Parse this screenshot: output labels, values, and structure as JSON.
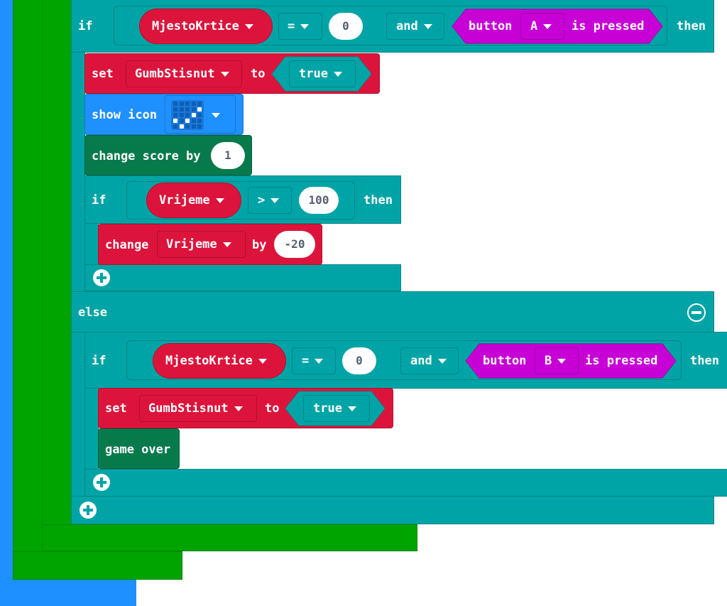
{
  "palette": {
    "basic_blue": "#1e90ff",
    "loops_green": "#00a400",
    "logic_teal": "#00a4a6",
    "variables_red": "#dc143c",
    "input_magenta": "#c700d6",
    "game_green": "#077a4c"
  },
  "if1": {
    "if_label": "if",
    "var_name": "MjestoKrtice",
    "op": "=",
    "value": "0",
    "and_label": "and",
    "button_label": "button",
    "button_choice": "A",
    "pressed_label": "is pressed",
    "then_label": "then"
  },
  "set1": {
    "set_label": "set",
    "var_name": "GumbStisnut",
    "to_label": "to",
    "value": "true"
  },
  "show_icon": {
    "label": "show icon",
    "icon": "small-check-icon"
  },
  "change_score": {
    "label": "change score by",
    "value": "1"
  },
  "if2": {
    "if_label": "if",
    "var_name": "Vrijeme",
    "op": ">",
    "value": "100",
    "then_label": "then"
  },
  "change_vrijeme": {
    "change_label": "change",
    "var_name": "Vrijeme",
    "by_label": "by",
    "value": "-20"
  },
  "else_label": "else",
  "if3": {
    "if_label": "if",
    "var_name": "MjestoKrtice",
    "op": "=",
    "value": "0",
    "and_label": "and",
    "button_label": "button",
    "button_choice": "B",
    "pressed_label": "is pressed",
    "then_label": "then"
  },
  "set2": {
    "set_label": "set",
    "var_name": "GumbStisnut",
    "to_label": "to",
    "value": "true"
  },
  "game_over": {
    "label": "game over"
  }
}
